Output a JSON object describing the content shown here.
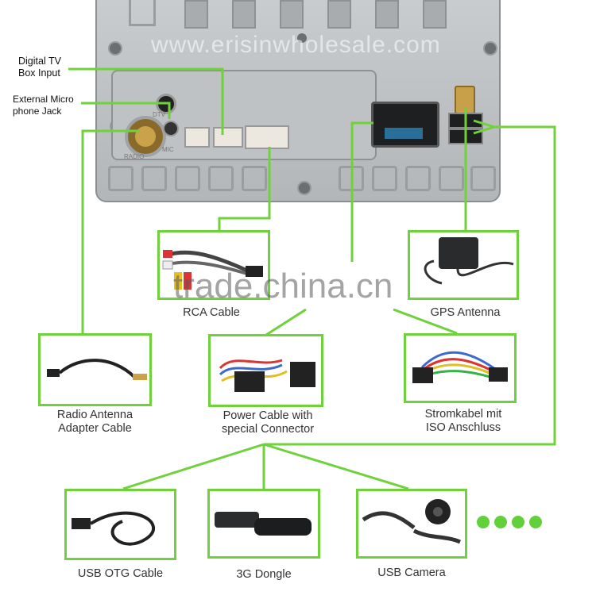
{
  "watermark_top": "www.erisinwholesale.com",
  "watermark_center": "trade.china.cn",
  "callouts": {
    "digital_tv": [
      "Digital TV",
      "Box Input"
    ],
    "mic": [
      "External Micro",
      "phone Jack"
    ]
  },
  "unit_labels": {
    "dtv": "DTV",
    "mic": "MIC",
    "radio": "RADIO"
  },
  "accessories": [
    {
      "label": [
        "RCA Cable"
      ]
    },
    {
      "label": [
        "GPS Antenna"
      ]
    },
    {
      "label": [
        "Radio Antenna",
        "Adapter Cable"
      ]
    },
    {
      "label": [
        "Power Cable with",
        "special Connector"
      ]
    },
    {
      "label": [
        "Stromkabel mit",
        "ISO Anschluss"
      ]
    },
    {
      "label": [
        "USB OTG Cable"
      ]
    },
    {
      "label": [
        "3G Dongle"
      ]
    },
    {
      "label": [
        "USB Camera"
      ]
    }
  ],
  "colors": {
    "accent": "#6fd23c",
    "dots": "#62d03a"
  }
}
